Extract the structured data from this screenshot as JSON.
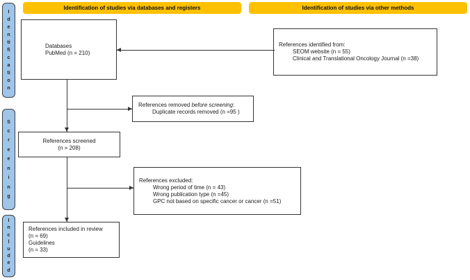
{
  "headers": {
    "left": "Identification of studies via databases and registers",
    "right": "Identification of studies via other methods"
  },
  "side_tabs": {
    "identification": {
      "label": "Identification",
      "lines": [
        "I",
        "d",
        "e",
        "n",
        "ti",
        "fi",
        "c",
        "a",
        "ti",
        "o",
        "n"
      ]
    },
    "screening": {
      "label": "Screening",
      "lines": [
        "S",
        "c",
        "r",
        "e",
        "e",
        "n",
        "i",
        "n",
        "g"
      ]
    },
    "included": {
      "label": "Included",
      "lines": [
        "I",
        "n",
        "c",
        "l",
        "u",
        "d",
        "e",
        "d"
      ]
    }
  },
  "boxes": {
    "databases": {
      "lines": [
        "Databases",
        "PubMed (n = 210)"
      ]
    },
    "other_methods": {
      "title": "References identified from:",
      "items": [
        "SEOM website (n = 55)",
        "Clinical and Translational Oncology Journal (n =38)"
      ]
    },
    "removed": {
      "title_prefix": "References removed ",
      "title_italic": "before screening",
      "title_suffix": ":",
      "items": [
        "Duplicate records removed (n =95 )"
      ]
    },
    "screened": {
      "lines": [
        "References screened",
        "(n = 208)"
      ]
    },
    "excluded": {
      "title": "References excluded:",
      "items": [
        "Wrong period of time (n = 43)",
        "Wrong publication type (n =45)",
        "GPC not based on specific cancer or cancer (n =51)"
      ]
    },
    "included": {
      "lines": [
        "References included in review",
        "(n = 69)",
        "Guidelines",
        "(n = 33)"
      ]
    }
  },
  "colors": {
    "header_bg": "#FDC101",
    "tab_bg": "#9FC5E8",
    "tab_border": "#3d3d3d",
    "box_border": "#333333",
    "connector": "#333333",
    "background": "#ffffff"
  }
}
